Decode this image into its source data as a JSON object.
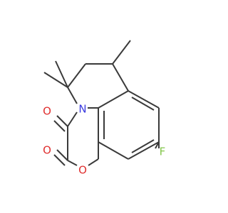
{
  "molecule": {
    "atoms": {
      "N": {
        "label": "N",
        "color": "#3a3adf"
      },
      "O_ring": {
        "label": "O",
        "color": "#e03030"
      },
      "O_carbonyl_1": {
        "label": "O",
        "color": "#e03030"
      },
      "O_carbonyl_2": {
        "label": "O",
        "color": "#e03030"
      },
      "F": {
        "label": "F",
        "color": "#84c64c"
      }
    },
    "bond_color": "#3a3a3a",
    "background": "#ffffff"
  }
}
